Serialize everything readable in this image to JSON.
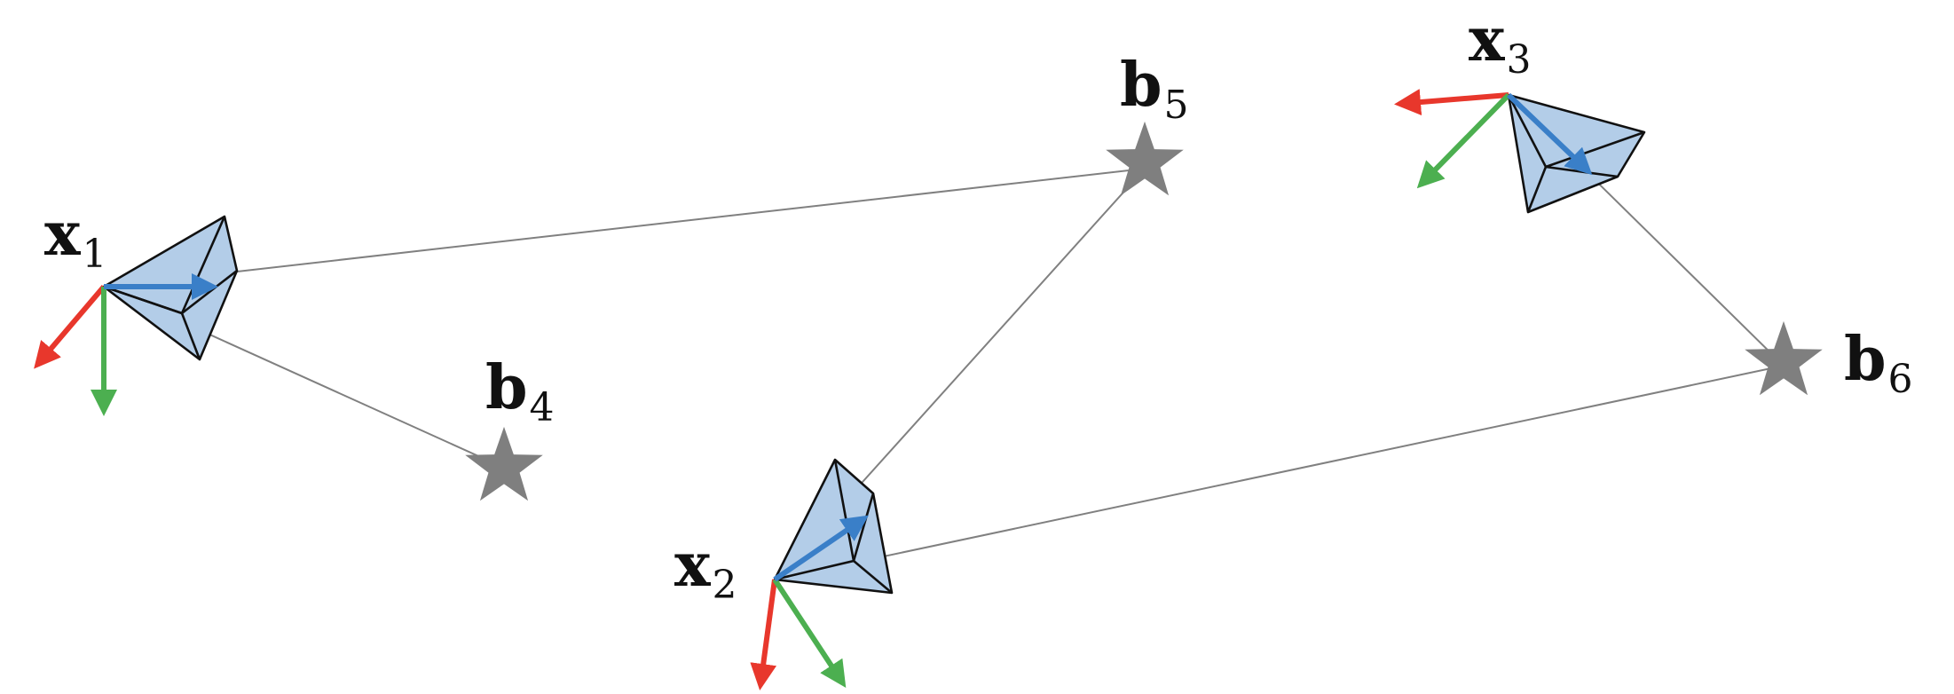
{
  "colors": {
    "axis_x": "#e8372c",
    "axis_y": "#4caf50",
    "axis_z": "#3a7fc8",
    "frustum_fill": "#b3cde8",
    "landmark": "#7f7f7f",
    "ray": "#808080"
  },
  "icons": {
    "landmark": "star-icon",
    "camera": "camera-frustum-icon"
  },
  "cameras": [
    {
      "id": "x1",
      "symbol": "x",
      "subscript": "1"
    },
    {
      "id": "x2",
      "symbol": "x",
      "subscript": "2"
    },
    {
      "id": "x3",
      "symbol": "x",
      "subscript": "3"
    }
  ],
  "landmarks": [
    {
      "id": "b4",
      "symbol": "b",
      "subscript": "4"
    },
    {
      "id": "b5",
      "symbol": "b",
      "subscript": "5"
    },
    {
      "id": "b6",
      "symbol": "b",
      "subscript": "6"
    }
  ],
  "observations": [
    {
      "camera": "x1",
      "landmark": "b4"
    },
    {
      "camera": "x1",
      "landmark": "b5"
    },
    {
      "camera": "x2",
      "landmark": "b5"
    },
    {
      "camera": "x2",
      "landmark": "b6"
    },
    {
      "camera": "x3",
      "landmark": "b6"
    }
  ]
}
